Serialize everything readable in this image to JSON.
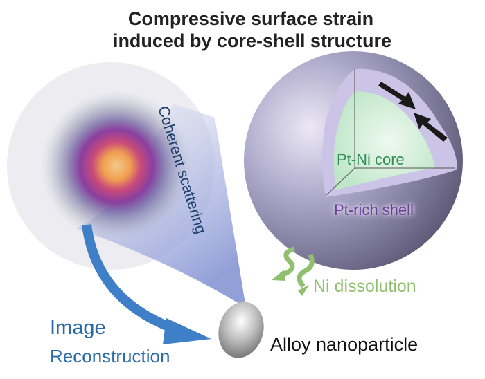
{
  "title": {
    "line1": "Compressive surface strain",
    "line2": "induced by core-shell structure"
  },
  "labels": {
    "coherent_scattering": "Coherent scattering",
    "image": "Image",
    "reconstruction": "Reconstruction",
    "alloy_nanoparticle": "Alloy nanoparticle",
    "ni_dissolution": "Ni dissolution",
    "core": "Pt-Ni core",
    "shell": "Pt-rich shell"
  },
  "colors": {
    "title": "#222222",
    "beam": "#8f9fd6",
    "arrow_blue": "#3f7fc8",
    "sphere": "#9a96b8",
    "shell": "#c9c3e3",
    "core": "#cdeed6",
    "dissolution_green": "#8fbf6f",
    "strain_arrow": "#1a1a1a"
  },
  "icons": [
    "diffraction-pattern",
    "reconstruction-arrow",
    "nanoparticle",
    "core-shell-sphere",
    "compression-arrows",
    "dissolution-arrows"
  ]
}
